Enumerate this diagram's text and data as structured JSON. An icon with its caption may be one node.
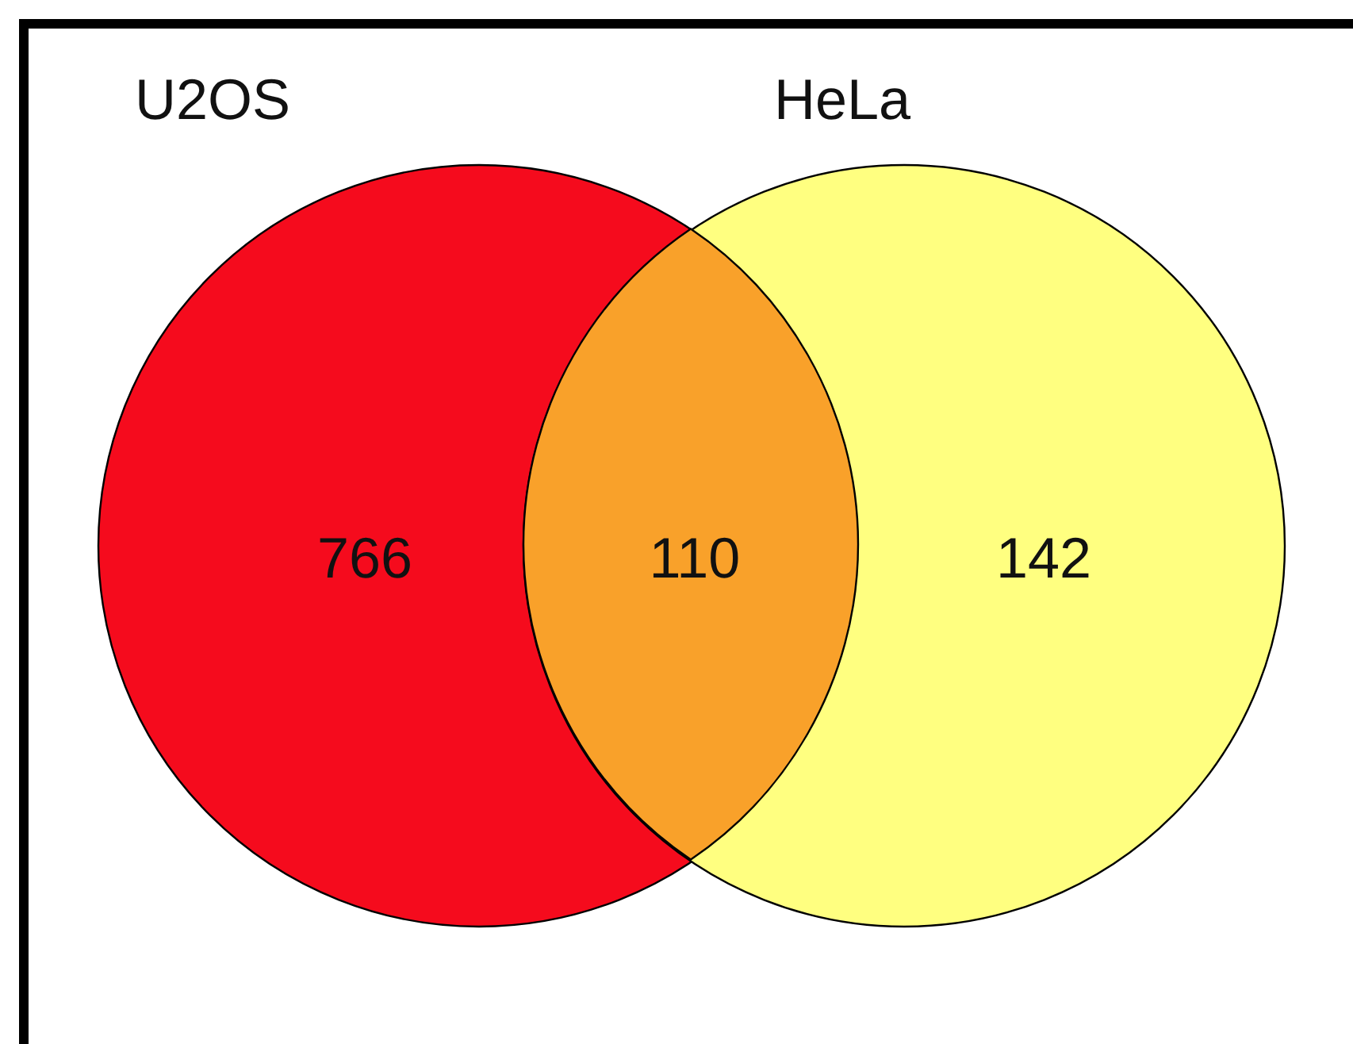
{
  "diagram": {
    "nodes": [
      {
        "text": [
          "U2OS",
          "766"
        ]
      },
      {
        "text": [
          "HeLa",
          "142"
        ]
      }
    ],
    "labels": [
      "110"
    ]
  }
}
